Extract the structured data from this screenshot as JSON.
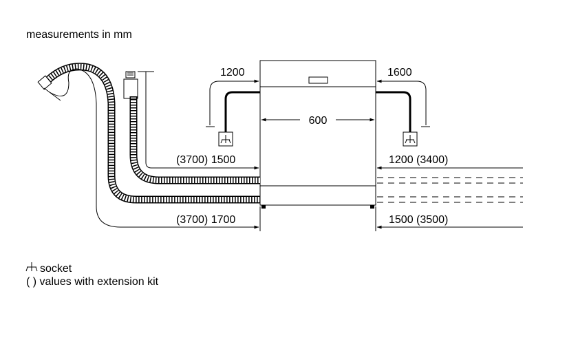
{
  "title": "measurements in mm",
  "dimensions": {
    "hose_left": "1200",
    "hose_right": "1600",
    "width": "600",
    "left_upper": "(3700) 1500",
    "left_lower": "(3700) 1700",
    "right_upper": "1200 (3400)",
    "right_lower": "1500 (3500)"
  },
  "legend": {
    "socket_symbol": "socket-icon",
    "socket": "socket",
    "extension": "( ) values with extension kit"
  }
}
